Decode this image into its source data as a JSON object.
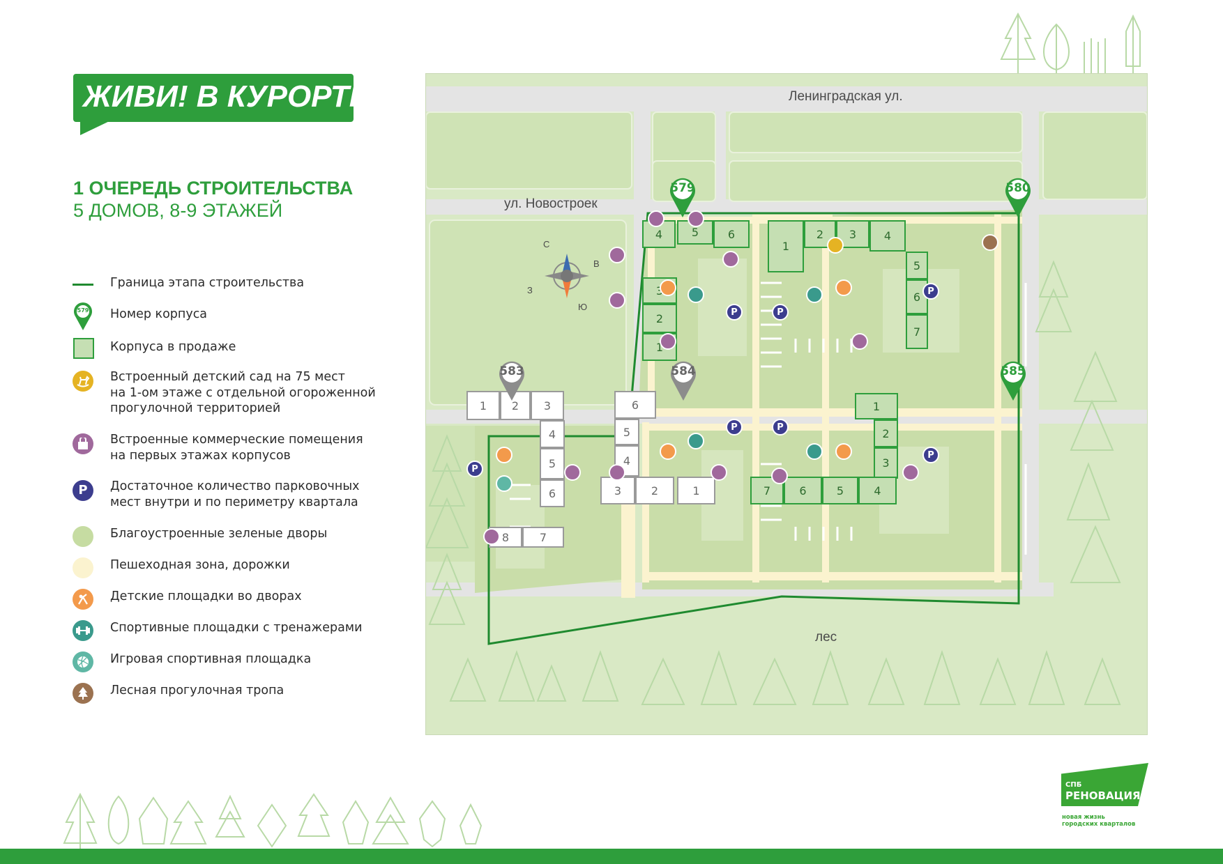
{
  "logo": {
    "text": "ЖИВИ! В КУРОРТНОМ"
  },
  "heading": {
    "line1": "1 ОЧЕРЕДЬ СТРОИТЕЛЬСТВА",
    "line2": "5 ДОМОВ, 8-9 ЭТАЖЕЙ"
  },
  "legend": {
    "items": [
      {
        "icon": "boundary-line",
        "text": "Граница этапа строительства"
      },
      {
        "icon": "pin-icon",
        "pin_label": "579",
        "text": "Номер корпуса"
      },
      {
        "icon": "building-square",
        "text": "Корпуса в продаже"
      },
      {
        "icon": "rocking-horse-icon",
        "text": "Встроенный детский сад на 75 мест\nна 1-ом этаже с отдельной огороженной\nпрогулочной территорией"
      },
      {
        "icon": "shopping-bag-icon",
        "text": "Встроенные коммерческие помещения\nна первых этажах корпусов"
      },
      {
        "icon": "parking-icon",
        "symbol": "P",
        "text": "Достаточное количество парковочных\nмест внутри и по периметру квартала"
      },
      {
        "icon": "green-yard-icon",
        "text": "Благоустроенные зеленые дворы"
      },
      {
        "icon": "pedestrian-zone-icon",
        "text": "Пешеходная зона, дорожки"
      },
      {
        "icon": "playground-icon",
        "text": "Детские площадки во дворах"
      },
      {
        "icon": "sports-icon",
        "text": "Спортивные площадки с тренажерами"
      },
      {
        "icon": "volleyball-icon",
        "text": "Игровая спортивная площадка"
      },
      {
        "icon": "forest-trail-icon",
        "text": "Лесная прогулочная тропа"
      }
    ]
  },
  "map": {
    "streets": {
      "top": "Ленинградская ул.",
      "middle": "ул. Новостроек",
      "bottom": "лес"
    },
    "compass": {
      "n": "С",
      "e": "В",
      "s": "Ю",
      "w": "З"
    },
    "pins": [
      {
        "id": "579",
        "on_sale": true
      },
      {
        "id": "580",
        "on_sale": true
      },
      {
        "id": "583",
        "on_sale": false
      },
      {
        "id": "584",
        "on_sale": false
      },
      {
        "id": "585",
        "on_sale": true
      }
    ],
    "blocks": {
      "b579": [
        "1",
        "2",
        "3",
        "4",
        "5",
        "6"
      ],
      "b580": [
        "1",
        "2",
        "3",
        "4",
        "5",
        "6",
        "7"
      ],
      "b583": [
        "1",
        "2",
        "3",
        "4",
        "5",
        "6",
        "7",
        "8"
      ],
      "b584": [
        "1",
        "2",
        "3",
        "4",
        "5",
        "6"
      ],
      "b585": [
        "1",
        "2",
        "3",
        "4",
        "5",
        "6",
        "7"
      ]
    },
    "parking_symbol": "P"
  },
  "brand": {
    "small": "СПБ",
    "big": "РЕНОВАЦИЯ",
    "tagline": "новая жизнь\nгородских кварталов"
  },
  "colors": {
    "brand_green": "#2e9e3c",
    "map_bg": "#d9e9c5",
    "road": "#e4e4e4",
    "yard": "#c6dca2",
    "path": "#fbf3cf",
    "building_sale": "#c5dfb3",
    "building_sold": "#ffffff",
    "commercial": "#a0699c",
    "parking": "#3c3d8e",
    "play": "#f39a4b",
    "sport": "#3a9a8c",
    "kinder": "#e5b323",
    "trail": "#9b7250"
  }
}
